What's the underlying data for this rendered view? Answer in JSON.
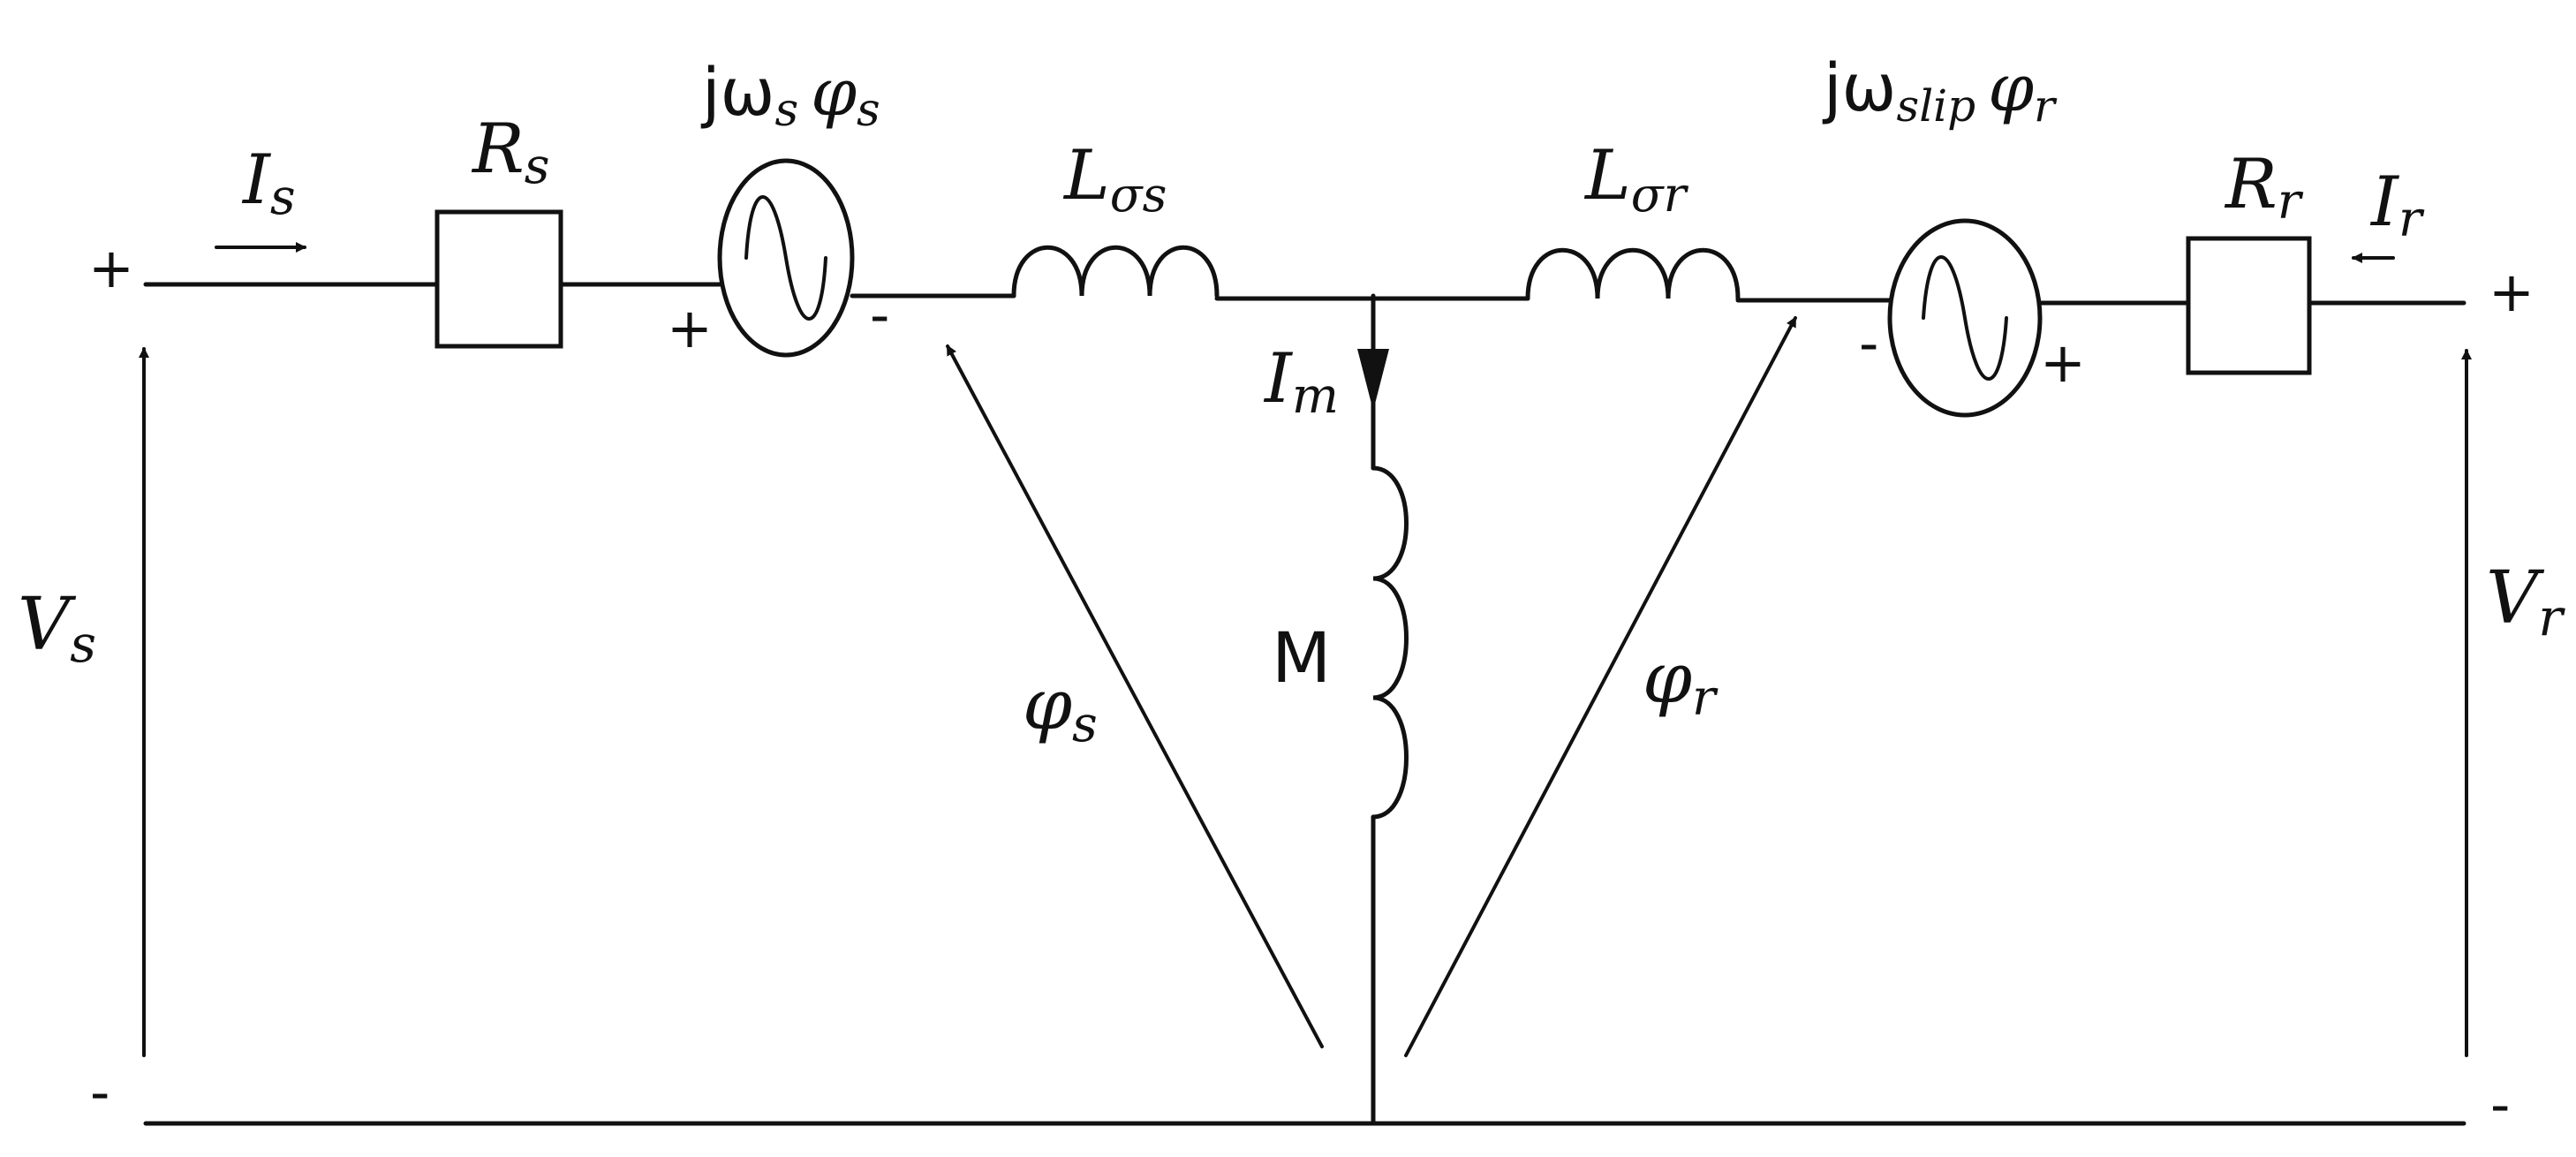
{
  "labels": {
    "is_main": "I",
    "is_sub": "s",
    "rs_main": "R",
    "rs_sub": "s",
    "es_j": "jω",
    "es_sub1": "s",
    "es_phi": "φ",
    "es_sub2": "s",
    "lss_main": "L",
    "lss_sub": "σs",
    "lsr_main": "L",
    "lsr_sub": "σr",
    "er_j": "jω",
    "er_sub1": "slip",
    "er_phi": "φ",
    "er_sub2": "r",
    "rr_main": "R",
    "rr_sub": "r",
    "ir_main": "I",
    "ir_sub": "r",
    "im_main": "I",
    "im_sub": "m",
    "m": "M",
    "vs_main": "V",
    "vs_sub": "s",
    "vr_main": "V",
    "vr_sub": "r",
    "phis_main": "φ",
    "phis_sub": "s",
    "phir_main": "φ",
    "phir_sub": "r"
  },
  "signs": {
    "vs_plus": "+",
    "vs_minus": "-",
    "vr_plus": "+",
    "vr_minus": "-",
    "es_plus": "+",
    "es_minus": "-",
    "er_minus": "-",
    "er_plus": "+"
  }
}
